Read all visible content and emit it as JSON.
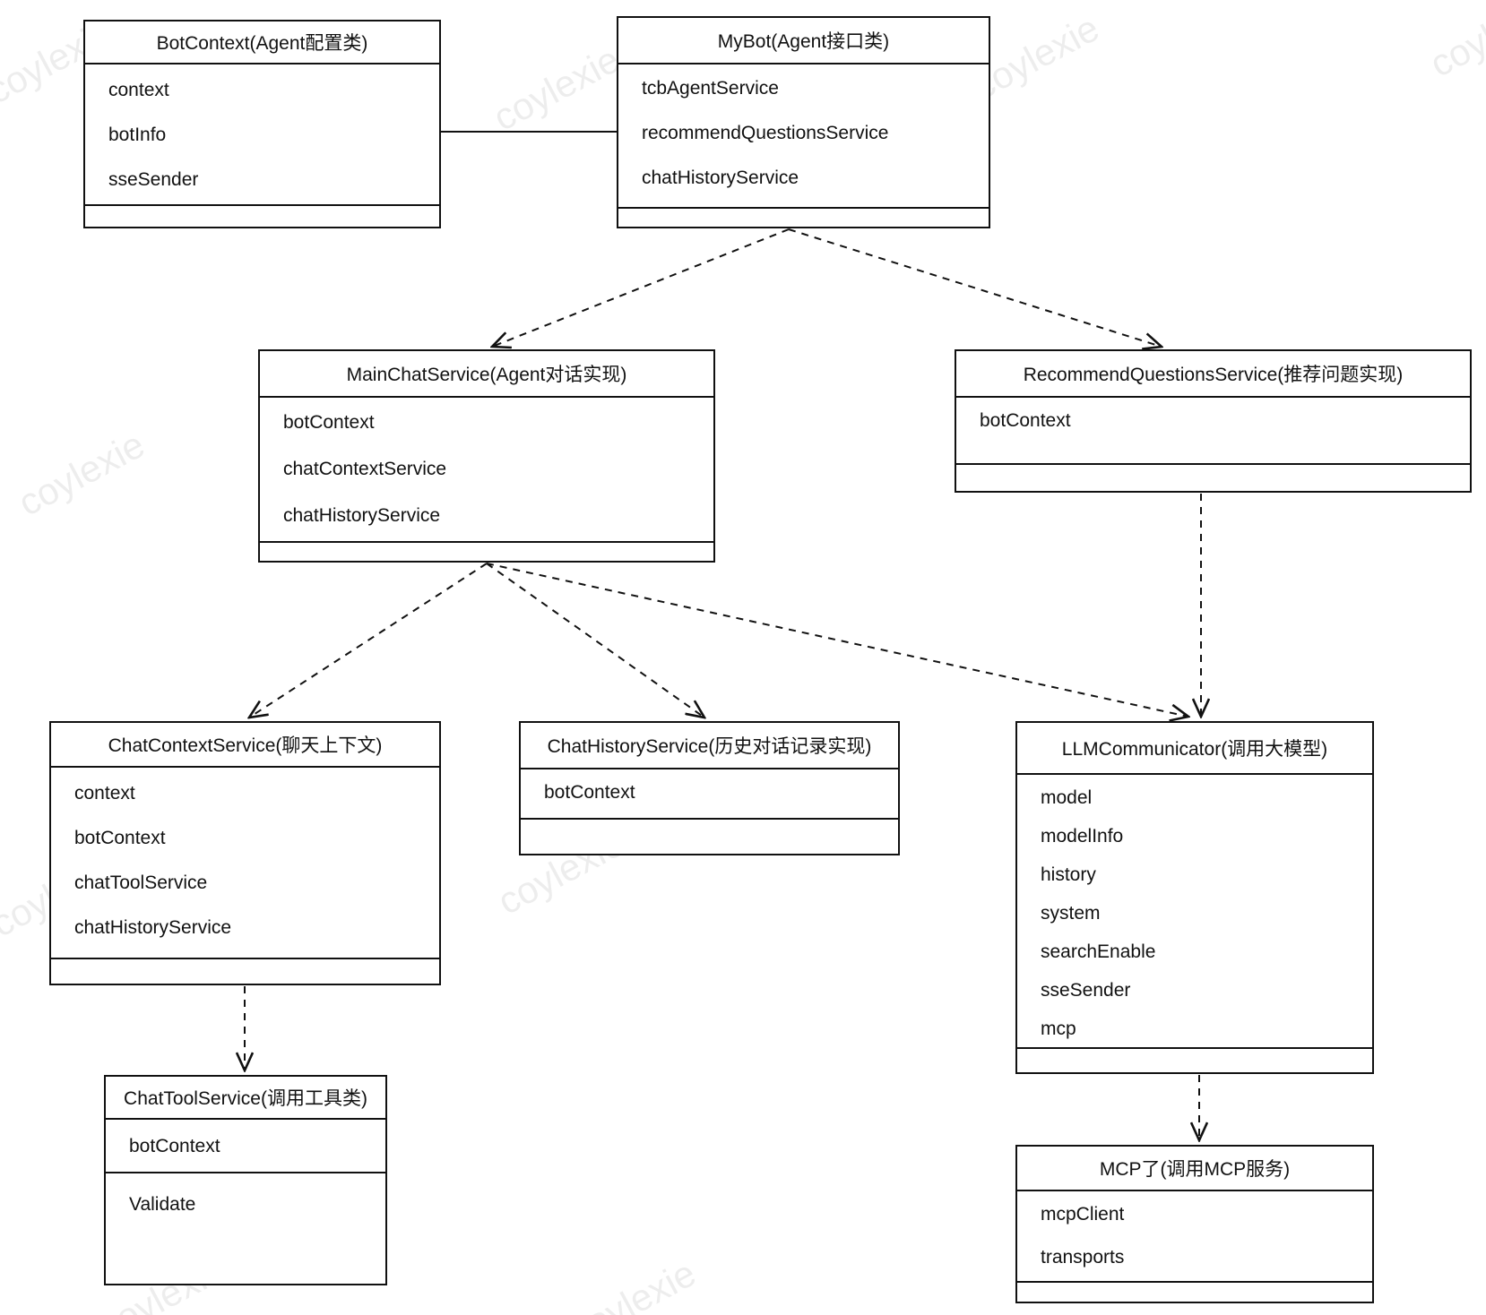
{
  "watermark": {
    "text": "coylexie"
  },
  "diagram": {
    "type": "uml-class-diagram",
    "classes": [
      {
        "id": "bot-context",
        "title": "BotContext(Agent配置类)",
        "attributes": [
          "context",
          "botInfo",
          "sseSender"
        ],
        "methods": []
      },
      {
        "id": "my-bot",
        "title": "MyBot(Agent接口类)",
        "attributes": [
          "tcbAgentService",
          "recommendQuestionsService",
          "chatHistoryService"
        ],
        "methods": []
      },
      {
        "id": "main-chat-service",
        "title": "MainChatService(Agent对话实现)",
        "attributes": [
          "botContext",
          "chatContextService",
          "chatHistoryService"
        ],
        "methods": []
      },
      {
        "id": "recommend-questions-service",
        "title": "RecommendQuestionsService(推荐问题实现)",
        "attributes": [
          "botContext"
        ],
        "methods": []
      },
      {
        "id": "chat-context-service",
        "title": "ChatContextService(聊天上下文)",
        "attributes": [
          "context",
          "botContext",
          "chatToolService",
          "chatHistoryService"
        ],
        "methods": []
      },
      {
        "id": "chat-history-service",
        "title": "ChatHistoryService(历史对话记录实现)",
        "attributes": [
          "botContext"
        ],
        "methods": []
      },
      {
        "id": "llm-communicator",
        "title": "LLMCommunicator(调用大模型)",
        "attributes": [
          "model",
          "modelInfo",
          "history",
          "system",
          "searchEnable",
          "sseSender",
          "mcp"
        ],
        "methods": []
      },
      {
        "id": "chat-tool-service",
        "title": "ChatToolService(调用工具类)",
        "attributes": [
          "botContext"
        ],
        "methods": [
          "Validate"
        ]
      },
      {
        "id": "mcp",
        "title": "MCP了(调用MCP服务)",
        "attributes": [
          "mcpClient",
          "transports"
        ],
        "methods": []
      }
    ],
    "edges": [
      {
        "from": "BotContext",
        "to": "MyBot",
        "relation": "association",
        "line": "solid",
        "arrow": "none"
      },
      {
        "from": "MyBot",
        "to": "MainChatService",
        "relation": "dependency",
        "line": "dashed",
        "arrow": "open"
      },
      {
        "from": "MyBot",
        "to": "RecommendQuestionsService",
        "relation": "dependency",
        "line": "dashed",
        "arrow": "open"
      },
      {
        "from": "MainChatService",
        "to": "ChatContextService",
        "relation": "dependency",
        "line": "dashed",
        "arrow": "open"
      },
      {
        "from": "MainChatService",
        "to": "ChatHistoryService",
        "relation": "dependency",
        "line": "dashed",
        "arrow": "open"
      },
      {
        "from": "MainChatService",
        "to": "LLMCommunicator",
        "relation": "dependency",
        "line": "dashed",
        "arrow": "open"
      },
      {
        "from": "RecommendQuestionsService",
        "to": "LLMCommunicator",
        "relation": "dependency",
        "line": "dashed",
        "arrow": "open"
      },
      {
        "from": "ChatContextService",
        "to": "ChatToolService",
        "relation": "dependency",
        "line": "dashed",
        "arrow": "open"
      },
      {
        "from": "LLMCommunicator",
        "to": "MCP了",
        "relation": "dependency",
        "line": "dashed",
        "arrow": "open"
      }
    ],
    "colors": {
      "stroke": "#111111",
      "background": "#ffffff",
      "watermark": "rgba(0,0,0,0.07)"
    }
  }
}
